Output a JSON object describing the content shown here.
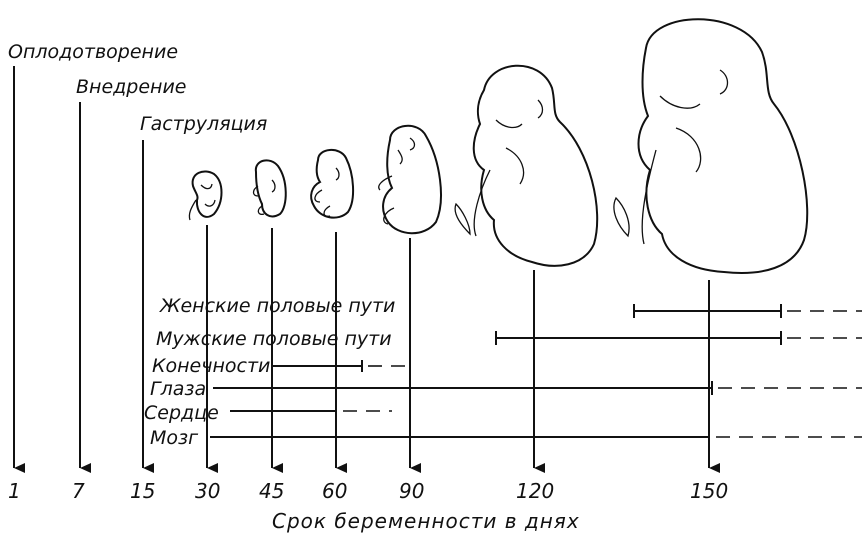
{
  "milestones": {
    "fertilization": "Оплодотворение",
    "implantation": "Внедрение",
    "gastrulation": "Гаструляция"
  },
  "ticks": [
    "1",
    "7",
    "15",
    "30",
    "45",
    "60",
    "90",
    "120",
    "150"
  ],
  "axis_label": "Срок беременности в днях",
  "organs": [
    {
      "name": "Женские половые пути",
      "solid_from_day": 140,
      "solid_to_day": 173,
      "dashed_after": true
    },
    {
      "name": "Мужские половые пути",
      "solid_from_day": 110,
      "solid_to_day": 173,
      "dashed_after": true
    },
    {
      "name": "Конечности",
      "solid_from_day": 45,
      "solid_to_day": 78,
      "dashed_after": true
    },
    {
      "name": "Глаза",
      "solid_from_day": 31,
      "solid_to_day": 151,
      "dashed_after": true
    },
    {
      "name": "Сердце",
      "solid_from_day": 35,
      "solid_to_day": 66,
      "dashed_after": true
    },
    {
      "name": "Мозг",
      "solid_from_day": 31,
      "solid_to_day": 151,
      "dashed_after": true
    }
  ],
  "embryo_stages_days": [
    30,
    45,
    60,
    90,
    120,
    150
  ]
}
